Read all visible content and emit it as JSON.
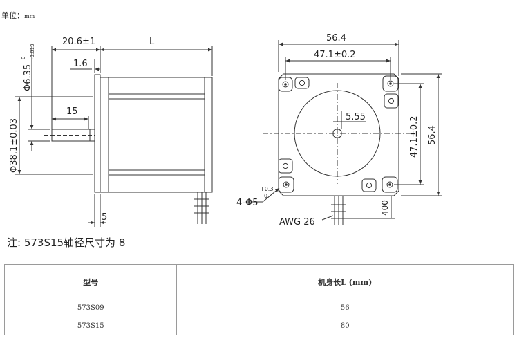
{
  "unit_line": {
    "label": "单位：",
    "unit": "mm"
  },
  "side_view": {
    "dim_20_6": "20.6±1",
    "dim_L": "L",
    "dim_1_6": "1.6",
    "dim_15": "15",
    "dim_5": "5",
    "shaft_dia": "Φ6.35",
    "shaft_tol_upper": "0",
    "shaft_tol_lower": "-0.013",
    "boss_dia": "Φ38.1±0.03"
  },
  "front_view": {
    "dim_56_4_top": "56.4",
    "dim_47_1_top": "47.1±0.2",
    "dim_5_55": "5.55",
    "dim_47_1_right": "47.1±0.2",
    "dim_56_4_right": "56.4",
    "hole_prefix": "4-Φ5",
    "hole_tol_upper": "+0.3",
    "hole_tol_lower": "0",
    "awg": "AWG 26",
    "lead_len": "400"
  },
  "note": "注:  573S15轴径尺寸为 8",
  "table": {
    "headers": [
      "型号",
      "机身长L (mm)"
    ],
    "rows": [
      [
        "573S09",
        "56"
      ],
      [
        "573S15",
        "80"
      ]
    ]
  }
}
